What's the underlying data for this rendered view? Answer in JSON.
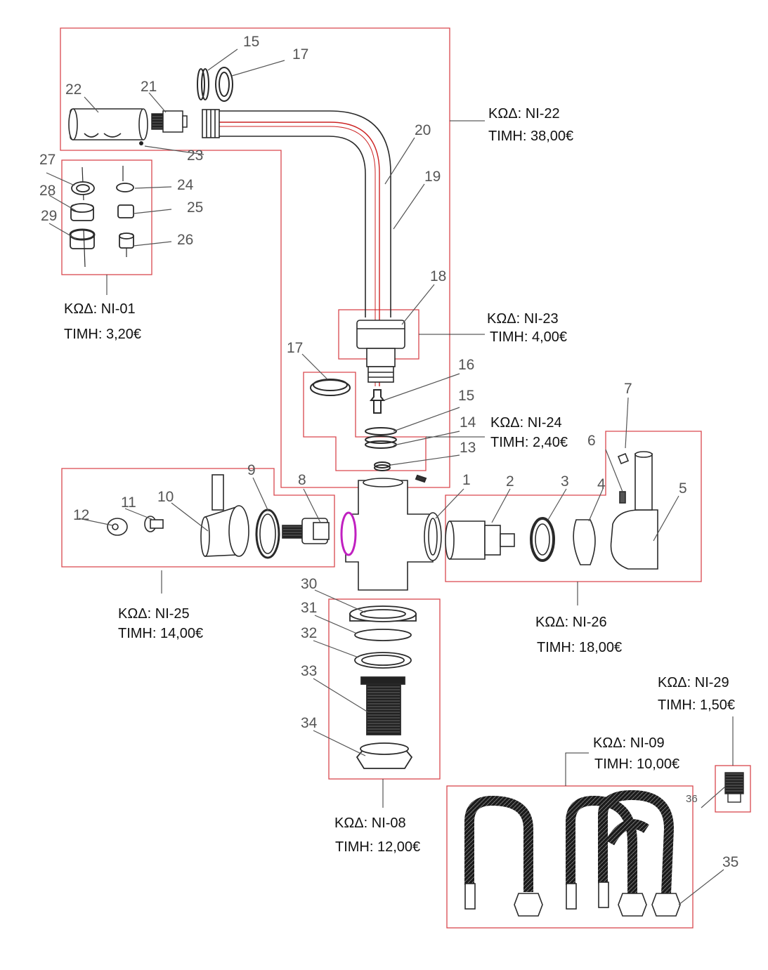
{
  "kits": [
    {
      "id": "ni22",
      "code": "ΚΩΔ: NI-22",
      "price": "ΤΙΜΗ: 38,00€"
    },
    {
      "id": "ni01",
      "code": "ΚΩΔ: NI-01",
      "price": "ΤΙΜΗ: 3,20€"
    },
    {
      "id": "ni23",
      "code": "ΚΩΔ: NI-23",
      "price": "ΤΙΜΗ: 4,00€"
    },
    {
      "id": "ni24",
      "code": "ΚΩΔ: NI-24",
      "price": "ΤΙΜΗ: 2,40€"
    },
    {
      "id": "ni25",
      "code": "ΚΩΔ: NI-25",
      "price": "ΤΙΜΗ: 14,00€"
    },
    {
      "id": "ni26",
      "code": "ΚΩΔ: NI-26",
      "price": "ΤΙΜΗ: 18,00€"
    },
    {
      "id": "ni29",
      "code": "ΚΩΔ: NI-29",
      "price": "ΤΙΜΗ: 1,50€"
    },
    {
      "id": "ni09",
      "code": "ΚΩΔ: NI-09",
      "price": "ΤΙΜΗ: 10,00€"
    },
    {
      "id": "ni08",
      "code": "ΚΩΔ: NI-08",
      "price": "ΤΙΜΗ: 12,00€"
    }
  ],
  "part_numbers": [
    "15",
    "17",
    "22",
    "21",
    "20",
    "23",
    "19",
    "27",
    "24",
    "28",
    "25",
    "29",
    "26",
    "18",
    "17",
    "16",
    "15",
    "14",
    "13",
    "7",
    "6",
    "9",
    "8",
    "1",
    "2",
    "3",
    "4",
    "5",
    "10",
    "11",
    "12",
    "30",
    "31",
    "32",
    "33",
    "34",
    "36",
    "35"
  ],
  "colors": {
    "frame": "#d9474d",
    "line": "#2a2a2a",
    "accent_red": "#cc2222",
    "accent_magenta": "#c020c0"
  }
}
